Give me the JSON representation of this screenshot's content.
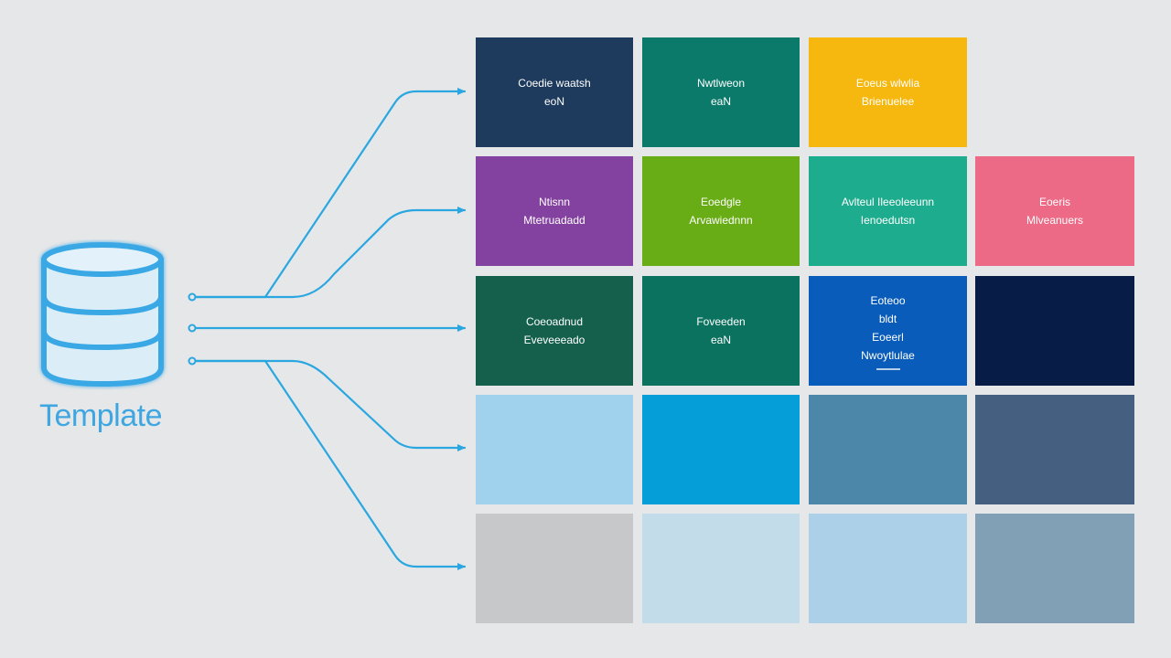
{
  "template_label": "Template",
  "colors": {
    "accent": "#3ea6e0",
    "background": "#e6e7e8"
  },
  "tiles": [
    {
      "name": "tile-r1-c1",
      "color": "#1e3a5c",
      "lines": [
        "Coedie waatsh",
        "eoN"
      ]
    },
    {
      "name": "tile-r1-c2",
      "color": "#0c7a6a",
      "lines": [
        "Nwtlweon",
        "eaN"
      ]
    },
    {
      "name": "tile-r1-c3",
      "color": "#f6b80f",
      "lines": [
        "Eoeus wlwlia",
        "Brienuelee"
      ]
    },
    {
      "name": "tile-r2-c1",
      "color": "#8342a0",
      "lines": [
        "Ntisnn",
        "Mtetruadadd"
      ]
    },
    {
      "name": "tile-r2-c2",
      "color": "#68ac16",
      "lines": [
        "Eoedgle",
        "Arvawiednnn"
      ]
    },
    {
      "name": "tile-r2-c3",
      "color": "#1eac8e",
      "lines": [
        "Avlteul Ileeoleeunn",
        "Ienoedutsn"
      ]
    },
    {
      "name": "tile-r2-c4",
      "color": "#ec6a86",
      "lines": [
        "Eoeris",
        "Mlveanuers"
      ]
    },
    {
      "name": "tile-r3-c1",
      "color": "#14604c",
      "lines": [
        "Coeoadnud",
        "Eveveeeado"
      ]
    },
    {
      "name": "tile-r3-c2",
      "color": "#0c7260",
      "lines": [
        "Foveeden",
        "eaN"
      ]
    },
    {
      "name": "tile-r3-c3",
      "color": "#0a5cba",
      "lines": [
        "Eoteoo",
        "bldt",
        "Eoeerl",
        "Nwoytlulae"
      ],
      "underline": true
    },
    {
      "name": "tile-r3-c4",
      "color": "#071c46",
      "lines": []
    },
    {
      "name": "tile-r4-c1",
      "color": "#a0d2ee",
      "lines": []
    },
    {
      "name": "tile-r4-c2",
      "color": "#069ed8",
      "lines": []
    },
    {
      "name": "tile-r4-c3",
      "color": "#4c86a8",
      "lines": []
    },
    {
      "name": "tile-r4-c4",
      "color": "#455f80",
      "lines": []
    },
    {
      "name": "tile-r5-c1",
      "color": "#c7c8c9",
      "lines": []
    },
    {
      "name": "tile-r5-c2",
      "color": "#c2dcea",
      "lines": []
    },
    {
      "name": "tile-r5-c3",
      "color": "#acd0e8",
      "lines": []
    },
    {
      "name": "tile-r5-c4",
      "color": "#819fb5",
      "lines": []
    }
  ]
}
